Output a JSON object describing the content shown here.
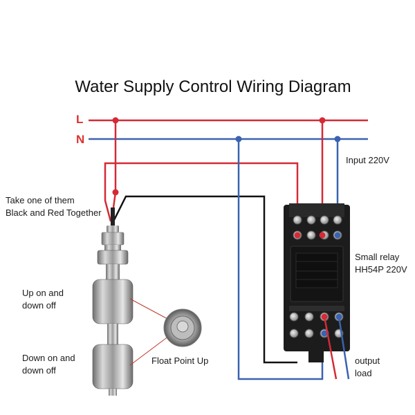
{
  "title": "Water Supply Control Wiring Diagram",
  "lines": {
    "live": "L",
    "neutral": "N"
  },
  "labels": {
    "take_one": [
      "Take one of them",
      "Black and Red Together"
    ],
    "up_on": [
      "Up on and",
      "down off"
    ],
    "down_on": [
      "Down on and",
      "down off"
    ],
    "float_point": "Float Point Up",
    "input": "Input 220V",
    "relay": [
      "Small relay",
      "HH54P 220V"
    ],
    "output": [
      "output",
      "load"
    ]
  },
  "colors": {
    "live": "#d42a36",
    "neutral": "#3a62b0",
    "black_wire": "#111111",
    "relay_body": "#1c1c1c",
    "steel": "#b8b8b8"
  }
}
